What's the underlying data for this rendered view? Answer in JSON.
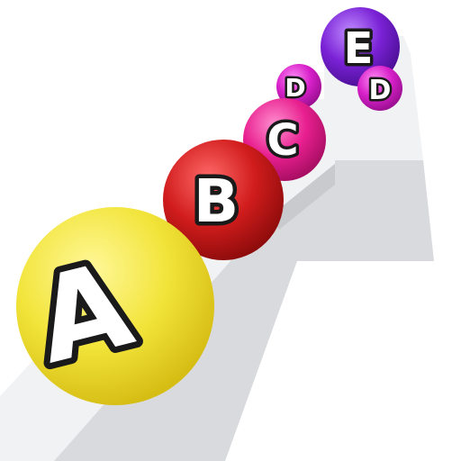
{
  "game": {
    "balls": [
      {
        "id": "a",
        "letter": "A",
        "color": "#f2e43a",
        "shade": "#d6bd14",
        "highlight": "#fff89a"
      },
      {
        "id": "b",
        "letter": "B",
        "color": "#d11c1c",
        "shade": "#8f0c0c",
        "highlight": "#ff6a6a"
      },
      {
        "id": "c",
        "letter": "C",
        "color": "#e81f8f",
        "shade": "#a80e63",
        "highlight": "#ff8fcf"
      },
      {
        "id": "d1",
        "letter": "D",
        "color": "#d720c9",
        "shade": "#9a0f90",
        "highlight": "#ff8cf5"
      },
      {
        "id": "d2",
        "letter": "D",
        "color": "#d720c9",
        "shade": "#9a0f90",
        "highlight": "#ff8cf5"
      },
      {
        "id": "e",
        "letter": "E",
        "color": "#7a22d6",
        "shade": "#4c0f96",
        "highlight": "#c08cff"
      }
    ],
    "track": {
      "top": "#f1f2f4",
      "side": "#d9dadd",
      "shadow": "#c9cacd"
    }
  }
}
